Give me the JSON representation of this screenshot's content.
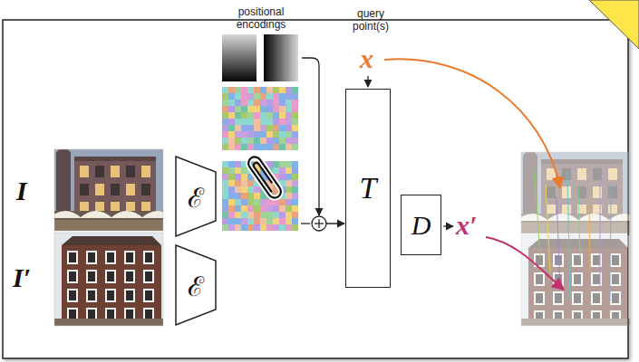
{
  "diagram": {
    "nodes": [
      {
        "text": [
          "positional encodings"
        ]
      },
      {
        "text": [
          "ℰ"
        ]
      },
      {
        "text": [
          "ℰ"
        ]
      },
      {
        "text": [
          "T"
        ]
      },
      {
        "text": [
          "D"
        ]
      }
    ],
    "edges": [
      {
        "from": 0,
        "to": 3,
        "arrow": "to"
      }
    ],
    "labels": [
      "I",
      "I′",
      "query point(s)",
      "x",
      "x′"
    ]
  }
}
